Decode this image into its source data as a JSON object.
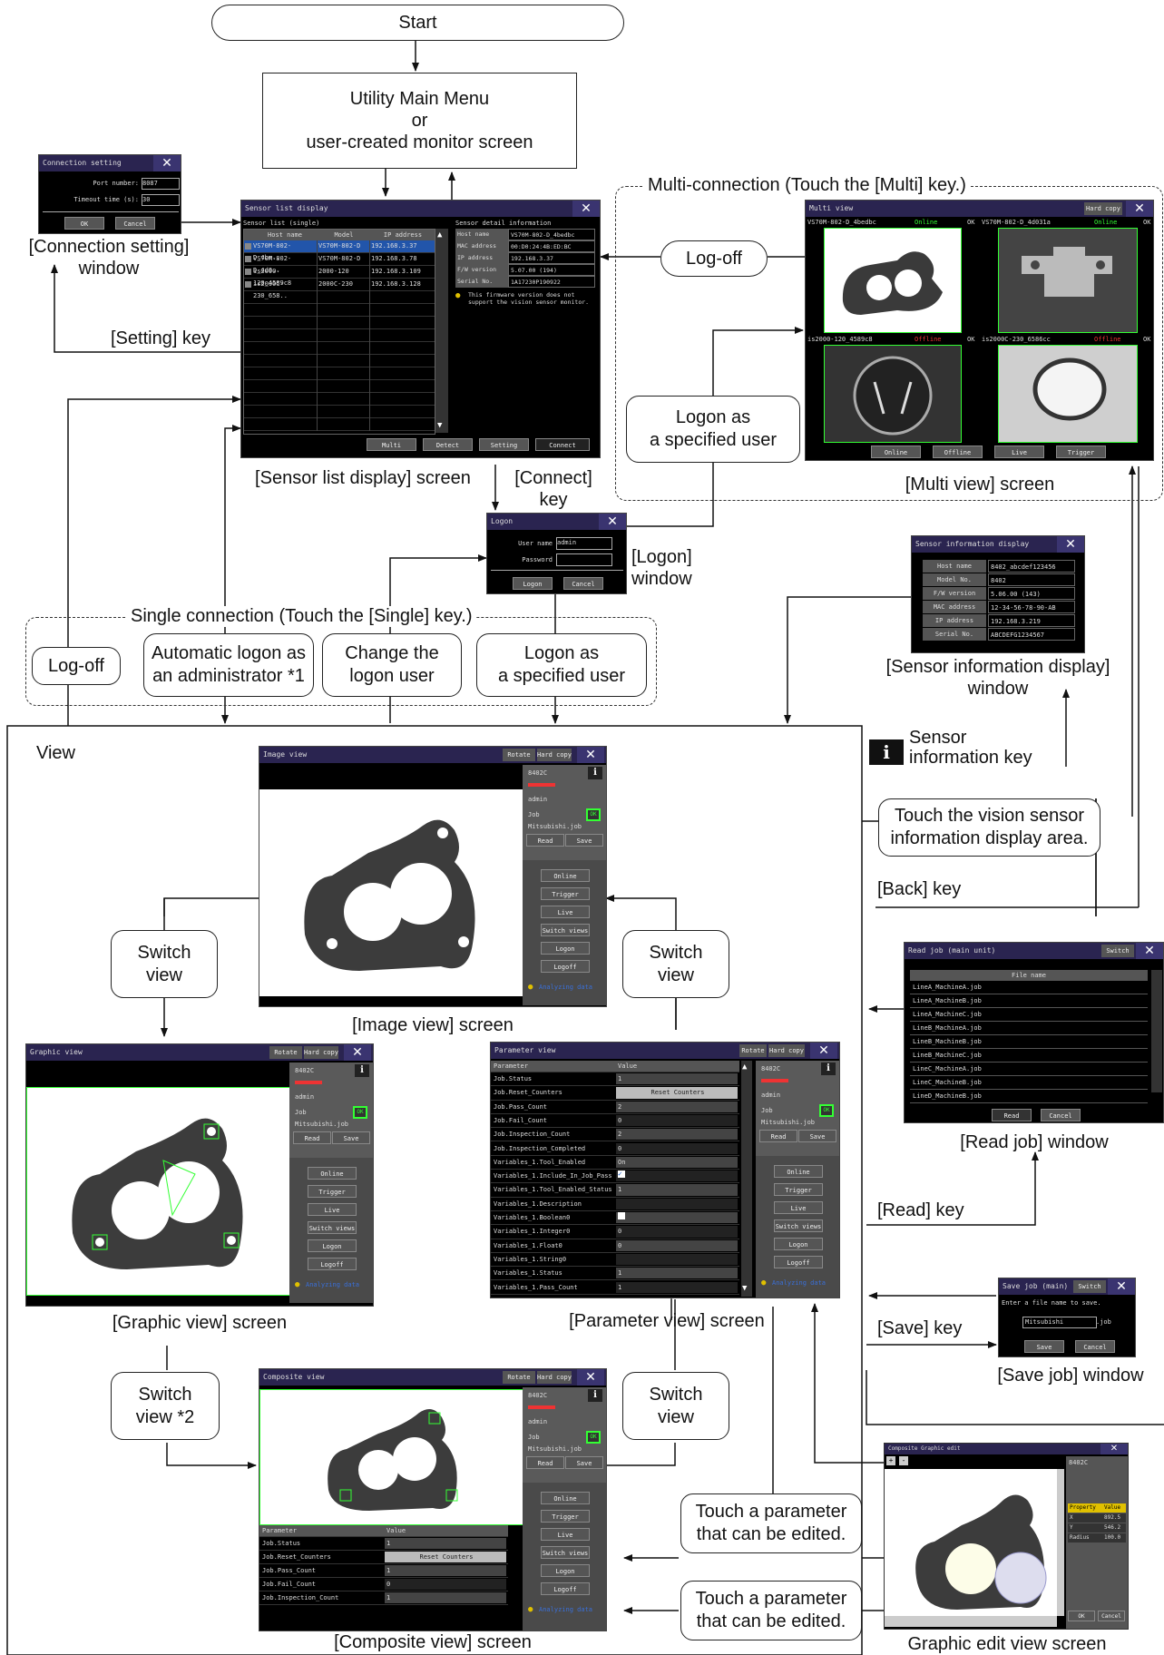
{
  "nodes": {
    "start": "Start",
    "main_menu": [
      "Utility Main Menu",
      "or",
      "user-created monitor screen"
    ],
    "multi_connection": "Multi-connection (Touch the [Multi] key.)",
    "single_connection": "Single connection (Touch the [Single] key.)",
    "logoff_right": "Log-off",
    "logon_specified_right": [
      "Logon as",
      "a specified user"
    ],
    "logoff_left": "Log-off",
    "auto_logon": [
      "Automatic logon as",
      "an administrator *1"
    ],
    "change_user": [
      "Change the",
      "logon user"
    ],
    "logon_specified_left": [
      "Logon as",
      "a specified user"
    ],
    "switch_view_1": [
      "Switch",
      "view"
    ],
    "switch_view_2": [
      "Switch",
      "view"
    ],
    "switch_view_3": [
      "Switch",
      "view *2"
    ],
    "switch_view_4": [
      "Switch",
      "view"
    ],
    "touch_vision": [
      "Touch the vision sensor",
      "information display area."
    ],
    "touch_param_1": [
      "Touch a parameter",
      "that can be edited."
    ],
    "touch_param_2": [
      "Touch a parameter",
      "that can be edited."
    ],
    "view_area": "View"
  },
  "labels": {
    "connection_setting_window": [
      "[Connection setting]",
      "window"
    ],
    "setting_key": "[Setting] key",
    "sensor_list_screen": "[Sensor list display] screen",
    "connect_key": [
      "[Connect]",
      "key"
    ],
    "logon_window": [
      "[Logon]",
      "window"
    ],
    "multi_view_screen": "[Multi view] screen",
    "sensor_info_window": [
      "[Sensor information display]",
      "window"
    ],
    "sensor_info_key": [
      "Sensor",
      "information key"
    ],
    "back_key": "[Back] key",
    "image_view_screen": "[Image view] screen",
    "graphic_view_screen": "[Graphic view] screen",
    "parameter_view_screen": "[Parameter view] screen",
    "read_key": "[Read] key",
    "read_job_window": "[Read job] window",
    "save_key": "[Save] key",
    "save_job_window": "[Save job] window",
    "composite_view_screen": "[Composite view] screen",
    "graphic_edit_screen": "Graphic edit view screen"
  },
  "connection_setting": {
    "title": "Connection setting",
    "port_label": "Port number:",
    "port_value": "8087",
    "timeout_label": "Timeout time (s):",
    "timeout_value": "30",
    "ok": "OK",
    "cancel": "Cancel"
  },
  "sensor_list": {
    "title": "Sensor list display",
    "subtitle": "Sensor list (single)",
    "columns": [
      "Host name",
      "Model",
      "IP address"
    ],
    "rows": [
      [
        "VS70M-802-D_4be..",
        "VS70M-802-D",
        "192.168.3.37"
      ],
      [
        "VS70M-802-D_4d0..",
        "VS70M-802-D",
        "192.168.3.78"
      ],
      [
        "is2000-120_4589c8",
        "2000-120",
        "192.168.3.109"
      ],
      [
        "is2000C-230_658..",
        "2000C-230",
        "192.168.3.128"
      ]
    ],
    "detail_title": "Sensor detail information",
    "detail": [
      [
        "Host name",
        "VS70M-802-D_4bedbc"
      ],
      [
        "MAC address",
        "00:D0:24:4B:ED:BC"
      ],
      [
        "IP address",
        "192.168.3.37"
      ],
      [
        "F/W version",
        "5.07.00 (194)"
      ],
      [
        "Serial No.",
        "1A17230P190922"
      ]
    ],
    "note": "This firmware version does not support the vision sensor monitor.",
    "buttons": [
      "Multi",
      "Detect",
      "Setting",
      "Connect"
    ]
  },
  "logon": {
    "title": "Logon",
    "user_label": "User name",
    "user_value": "admin",
    "password_label": "Password",
    "logon": "Logon",
    "cancel": "Cancel"
  },
  "multi_view": {
    "title": "Multi view",
    "hardcopy": "Hard copy",
    "cells": [
      {
        "name": "VS70M-802-D_4bedbc",
        "status": "Online",
        "ok": "OK"
      },
      {
        "name": "VS70M-802-D_4d031a",
        "status": "Online",
        "ok": "OK"
      },
      {
        "name": "is2000-120_4589c8",
        "status": "Offline",
        "ok": "OK"
      },
      {
        "name": "is2000C-230_6586cc",
        "status": "Offline",
        "ok": "OK"
      }
    ],
    "buttons": [
      "Online",
      "Offline",
      "Live",
      "Trigger"
    ]
  },
  "sensor_info": {
    "title": "Sensor information display",
    "rows": [
      [
        "Host name",
        "8402_abcdef123456"
      ],
      [
        "Model No.",
        "8402"
      ],
      [
        "F/W version",
        "5.06.00 (143)"
      ],
      [
        "MAC address",
        "12-34-56-78-90-AB"
      ],
      [
        "IP address",
        "192.168.3.219"
      ],
      [
        "Serial No.",
        "ABCDEFG1234567"
      ]
    ]
  },
  "view_panel": {
    "model": "8402C",
    "user": "admin",
    "job_label": "Job",
    "job": "Mitsubishi.job",
    "read": "Read",
    "save": "Save",
    "buttons": [
      "Online",
      "Trigger",
      "Live",
      "Switch views",
      "Logon",
      "Logoff"
    ],
    "status": "Analyzing data",
    "rotate": "Rotate",
    "hardcopy": "Hard copy"
  },
  "image_view": {
    "title": "Image view"
  },
  "graphic_view": {
    "title": "Graphic view"
  },
  "composite_view": {
    "title": "Composite view"
  },
  "parameter_view": {
    "title": "Parameter view",
    "columns": [
      "Parameter",
      "Value"
    ],
    "rows": [
      [
        "Job.Status",
        "1"
      ],
      [
        "Job.Reset_Counters",
        "Reset Counters"
      ],
      [
        "Job.Pass_Count",
        "2"
      ],
      [
        "Job.Fail_Count",
        "0"
      ],
      [
        "Job.Inspection_Count",
        "2"
      ],
      [
        "Job.Inspection_Completed",
        "0"
      ],
      [
        "Variables_1.Tool_Enabled",
        "On"
      ],
      [
        "Variables_1.Include_In_Job_Pass",
        ""
      ],
      [
        "Variables_1.Tool_Enabled_Status",
        "1"
      ],
      [
        "Variables_1.Description",
        ""
      ],
      [
        "Variables_1.Boolean0",
        ""
      ],
      [
        "Variables_1.Integer0",
        "0"
      ],
      [
        "Variables_1.Float0",
        "0"
      ],
      [
        "Variables_1.String0",
        ""
      ],
      [
        "Variables_1.Status",
        "1"
      ],
      [
        "Variables_1.Pass_Count",
        "1"
      ]
    ]
  },
  "composite_params": {
    "columns": [
      "Parameter",
      "Value"
    ],
    "rows": [
      [
        "Job.Status",
        "1"
      ],
      [
        "Job.Reset_Counters",
        "Reset Counters"
      ],
      [
        "Job.Pass_Count",
        "1"
      ],
      [
        "Job.Fail_Count",
        "0"
      ],
      [
        "Job.Inspection_Count",
        "1"
      ]
    ]
  },
  "read_job": {
    "title": "Read job (main unit)",
    "switch": "Switch",
    "column": "File name",
    "files": [
      "LineA_MachineA.job",
      "LineA_MachineB.job",
      "LineA_MachineC.job",
      "LineB_MachineA.job",
      "LineB_MachineB.job",
      "LineB_MachineC.job",
      "LineC_MachineA.job",
      "LineC_MachineB.job",
      "LineD_MachineB.job"
    ],
    "read": "Read",
    "cancel": "Cancel"
  },
  "save_job": {
    "title": "Save job (main)",
    "switch": "Switch",
    "prompt": "Enter a file name to save.",
    "value": "Mitsubishi",
    "ext": ".job",
    "save": "Save",
    "cancel": "Cancel"
  },
  "graphic_edit": {
    "title": "Composite Graphic edit",
    "model": "8402C",
    "columns": [
      "Property",
      "Value"
    ],
    "rows": [
      [
        "X",
        "892.5"
      ],
      [
        "Y",
        "546.2"
      ],
      [
        "Radius",
        "100.0"
      ]
    ],
    "ok": "OK",
    "cancel": "Cancel"
  },
  "colors": {
    "titlebar": "#2a2450",
    "panel": "#4a4a4a",
    "online": "#3f3",
    "offline": "#e33",
    "alarm": "#e0c000"
  }
}
